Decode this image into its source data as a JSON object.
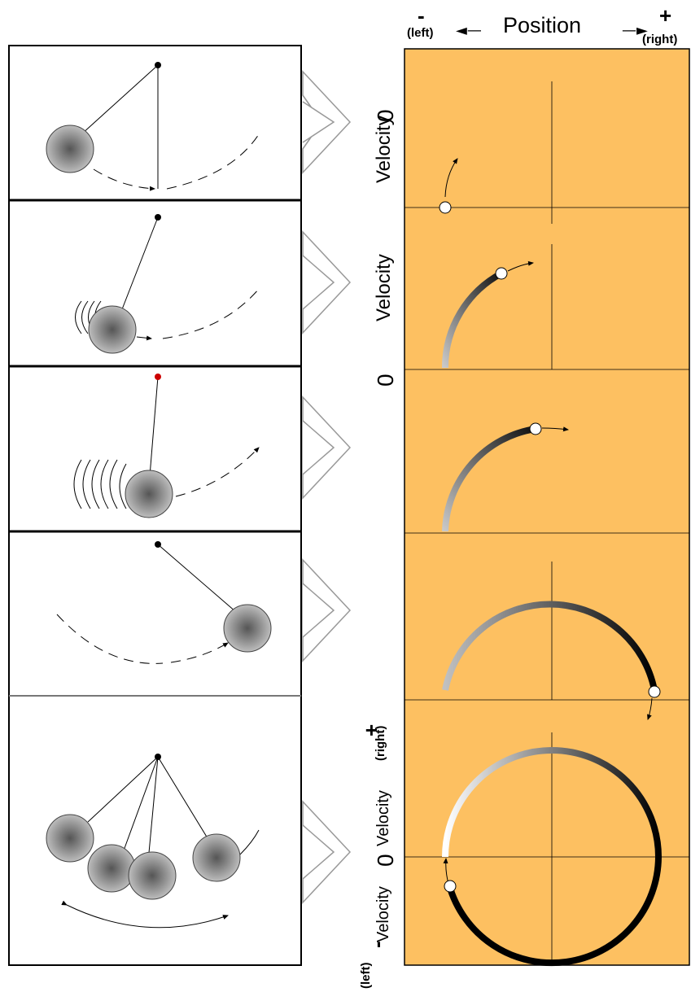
{
  "header": {
    "position_label": "Position",
    "minus": "-",
    "minus_note": "(left)",
    "plus": "+",
    "plus_note": "(right)"
  },
  "velocity_axis": {
    "label": "Velocity",
    "zero": "0",
    "minus": "-",
    "minus_note": "(left)",
    "plus": "+",
    "plus_note": "(right)"
  },
  "colors": {
    "phase_background": "#FDC061",
    "panel_border": "#000000",
    "ball_fill": "#888888",
    "pivot_red": "#CC0000",
    "arrow_outline": "#999999"
  },
  "panels": [
    {
      "stage": "1",
      "pivot_color": "black"
    },
    {
      "stage": "2",
      "pivot_color": "black"
    },
    {
      "stage": "3",
      "pivot_color": "red"
    },
    {
      "stage": "4",
      "pivot_color": "black"
    },
    {
      "stage": "5",
      "pivot_color": "black"
    }
  ]
}
